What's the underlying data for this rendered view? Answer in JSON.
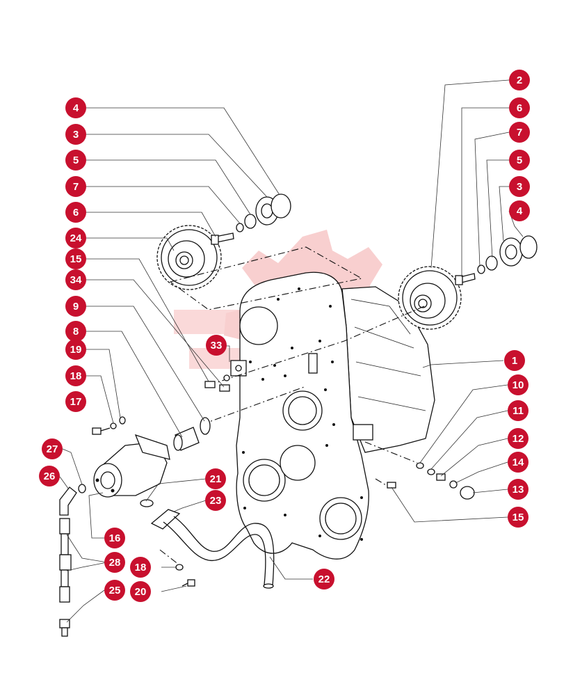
{
  "diagram": {
    "colors": {
      "callout": "#c8102e",
      "watermark": "#f3a8a8",
      "line": "#111111"
    },
    "callouts": [
      {
        "id": "c-4a",
        "label": "4"
      },
      {
        "id": "c-3a",
        "label": "3"
      },
      {
        "id": "c-5a",
        "label": "5"
      },
      {
        "id": "c-7a",
        "label": "7"
      },
      {
        "id": "c-6a",
        "label": "6"
      },
      {
        "id": "c-24",
        "label": "24"
      },
      {
        "id": "c-15a",
        "label": "15"
      },
      {
        "id": "c-34",
        "label": "34"
      },
      {
        "id": "c-9",
        "label": "9"
      },
      {
        "id": "c-8",
        "label": "8"
      },
      {
        "id": "c-19",
        "label": "19"
      },
      {
        "id": "c-18a",
        "label": "18"
      },
      {
        "id": "c-17",
        "label": "17"
      },
      {
        "id": "c-27",
        "label": "27"
      },
      {
        "id": "c-26",
        "label": "26"
      },
      {
        "id": "c-16",
        "label": "16"
      },
      {
        "id": "c-28",
        "label": "28"
      },
      {
        "id": "c-18b",
        "label": "18"
      },
      {
        "id": "c-25",
        "label": "25"
      },
      {
        "id": "c-20",
        "label": "20"
      },
      {
        "id": "c-33",
        "label": "33"
      },
      {
        "id": "c-21",
        "label": "21"
      },
      {
        "id": "c-23",
        "label": "23"
      },
      {
        "id": "c-22",
        "label": "22"
      },
      {
        "id": "c-2",
        "label": "2"
      },
      {
        "id": "c-6b",
        "label": "6"
      },
      {
        "id": "c-7b",
        "label": "7"
      },
      {
        "id": "c-5b",
        "label": "5"
      },
      {
        "id": "c-3b",
        "label": "3"
      },
      {
        "id": "c-4b",
        "label": "4"
      },
      {
        "id": "c-1",
        "label": "1"
      },
      {
        "id": "c-10",
        "label": "10"
      },
      {
        "id": "c-11",
        "label": "11"
      },
      {
        "id": "c-12",
        "label": "12"
      },
      {
        "id": "c-14",
        "label": "14"
      },
      {
        "id": "c-13",
        "label": "13"
      },
      {
        "id": "c-15b",
        "label": "15"
      }
    ]
  }
}
